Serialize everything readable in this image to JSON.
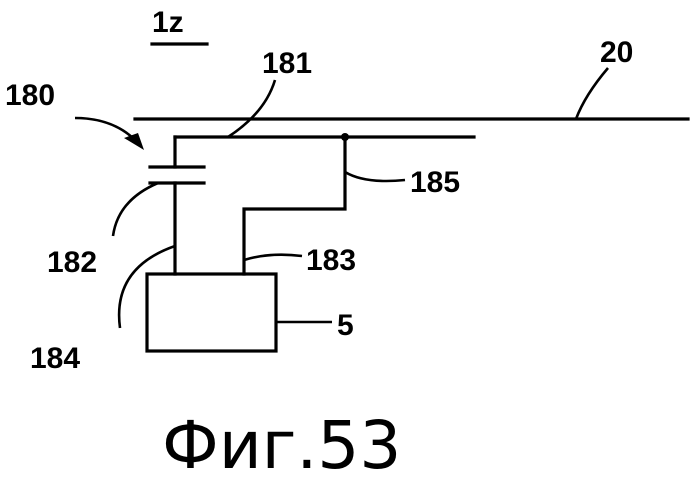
{
  "figure_id": "1z",
  "labels": {
    "l180": "180",
    "l181": "181",
    "l20": "20",
    "l185": "185",
    "l182": "182",
    "l183": "183",
    "l5": "5",
    "l184": "184"
  },
  "caption": "Фиг.53"
}
